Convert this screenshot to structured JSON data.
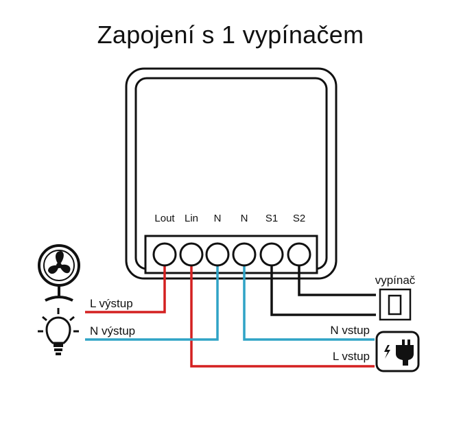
{
  "title": "Zapojení s 1 vypínačem",
  "terminals": [
    "Lout",
    "Lin",
    "N",
    "N",
    "S1",
    "S2"
  ],
  "labels": {
    "l_output": "L výstup",
    "n_output": "N výstup",
    "n_input": "N vstup",
    "l_input": "L vstup",
    "switch": "vypínač"
  },
  "icons": {
    "load_top": "fan-icon",
    "load_bottom": "lightbulb-icon",
    "switch": "wall-switch-icon",
    "power": "power-plug-icon"
  },
  "colors": {
    "live_wire": "#d42020",
    "neutral_wire": "#2fa3c6",
    "switch_wire": "#111111"
  }
}
